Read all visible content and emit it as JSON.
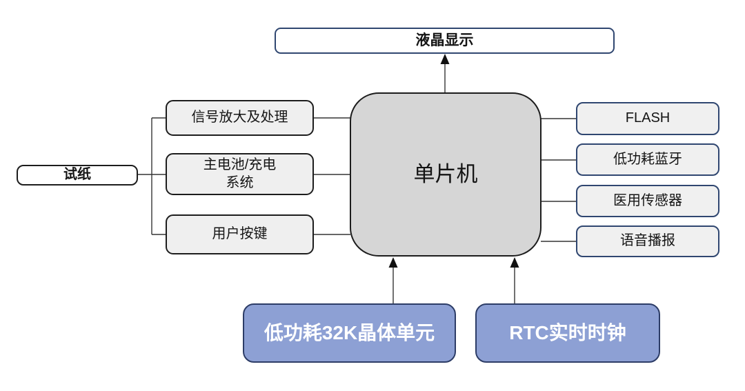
{
  "diagram": {
    "description": "microcontroller-system-block-diagram",
    "nodes": {
      "lcd": {
        "label": "液晶显示"
      },
      "test_strip": {
        "label": "试纸"
      },
      "signal_amp": {
        "label": "信号放大及处理"
      },
      "battery": {
        "label": "主电池/充电\n系统"
      },
      "user_keys": {
        "label": "用户按键"
      },
      "mcu": {
        "label": "单片机"
      },
      "flash": {
        "label": "FLASH"
      },
      "ble": {
        "label": "低功耗蓝牙"
      },
      "med_sensor": {
        "label": "医用传感器"
      },
      "voice": {
        "label": "语音播报"
      },
      "crystal": {
        "label": "低功耗32K晶体单元"
      },
      "rtc": {
        "label": "RTC实时时钟"
      }
    },
    "edges": [
      {
        "from": "mcu",
        "to": "lcd",
        "arrow": true
      },
      {
        "from": "test_strip",
        "to": "branch",
        "arrow": false
      },
      {
        "from": "signal_amp",
        "to": "mcu",
        "arrow": false
      },
      {
        "from": "battery",
        "to": "mcu",
        "arrow": false
      },
      {
        "from": "user_keys",
        "to": "mcu",
        "arrow": false
      },
      {
        "from": "mcu",
        "to": "flash",
        "arrow": false
      },
      {
        "from": "mcu",
        "to": "ble",
        "arrow": false
      },
      {
        "from": "mcu",
        "to": "med_sensor",
        "arrow": false
      },
      {
        "from": "mcu",
        "to": "voice",
        "arrow": false
      },
      {
        "from": "crystal",
        "to": "mcu",
        "arrow": true
      },
      {
        "from": "rtc",
        "to": "mcu",
        "arrow": true
      }
    ],
    "colors": {
      "navy_border": "#2f4670",
      "black_border": "#1c1c1c",
      "mcu_fill": "#d6d6d6",
      "gray_fill": "#efefef",
      "blue_fill": "#8da0d4",
      "blue_border": "#2c3c66",
      "blue_text": "#ffffff",
      "connector": "#333333"
    }
  }
}
